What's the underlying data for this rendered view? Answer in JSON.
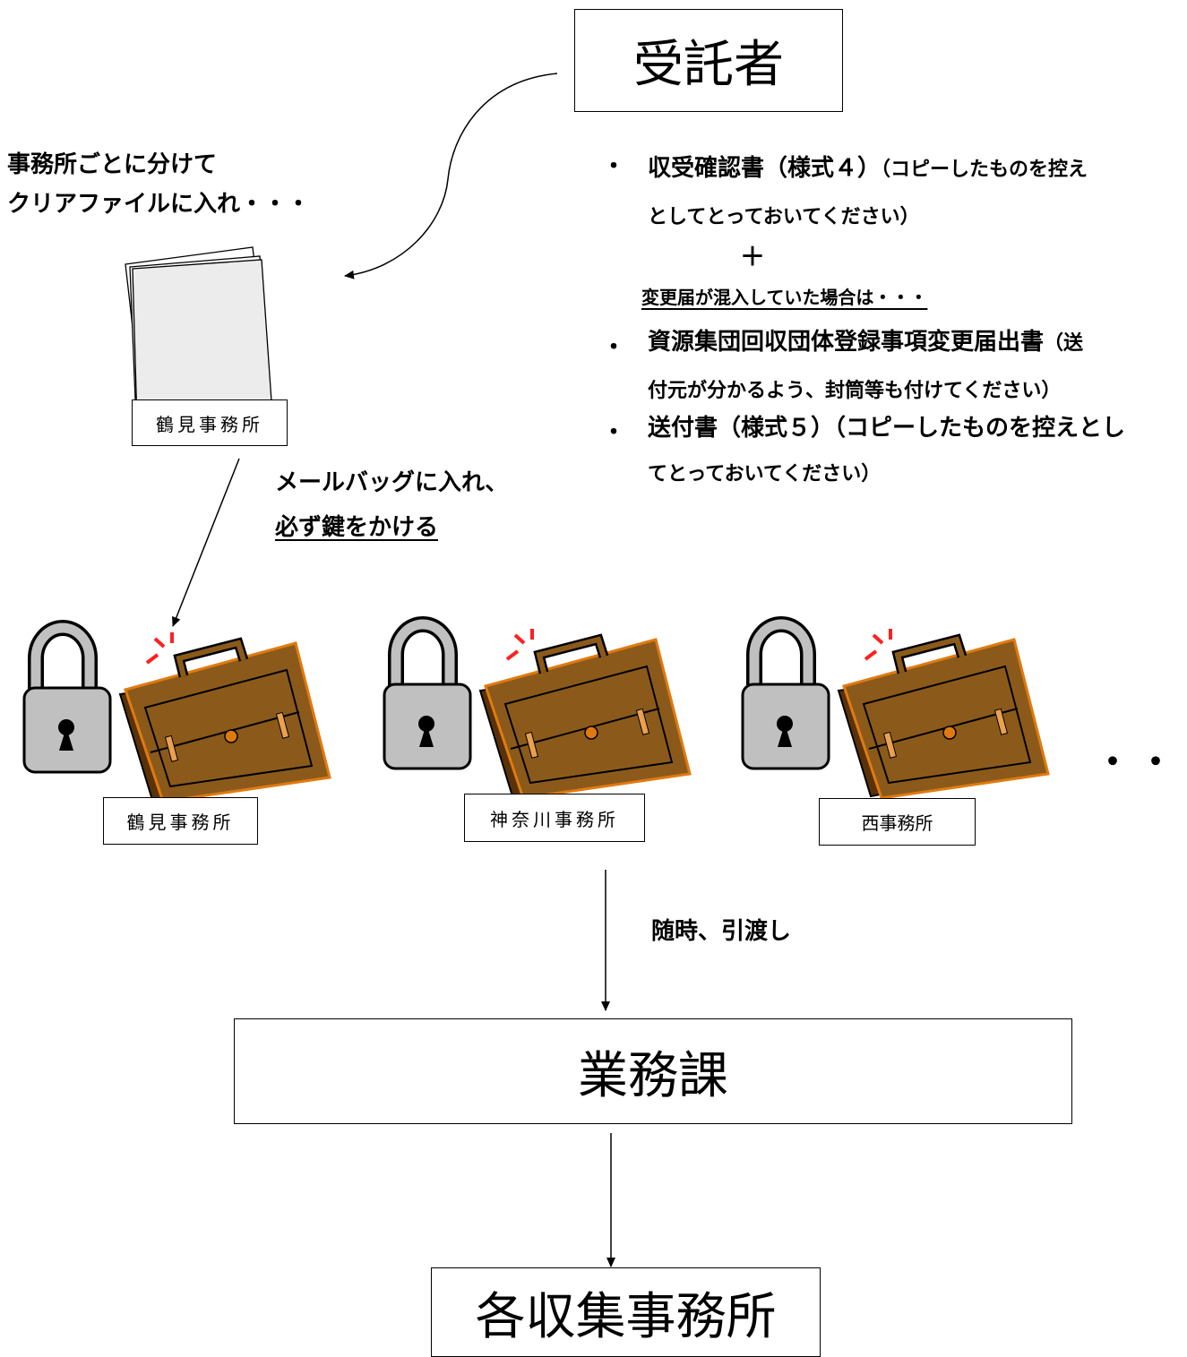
{
  "boxes": {
    "trustee": "受託者",
    "business_division": "業務課",
    "collection_offices": "各収集事務所"
  },
  "left_note": {
    "line1": "事務所ごとに分けて",
    "line2": "クリアファイルに入れ・・・"
  },
  "folder_label": "鶴見事務所",
  "mailbag_note": {
    "line1": "メールバッグに入れ、",
    "line2": "必ず鍵をかける"
  },
  "documents": {
    "item1": {
      "bullet": "・",
      "bold": "収受確認書（様式４）",
      "rest_line1": "（コピーしたものを控え",
      "rest_line2": "としてとっておいてください）"
    },
    "plus": "＋",
    "change_note": "変更届が混入していた場合は・・・",
    "item2": {
      "bullet": "・",
      "bold": "資源集団回収団体登録事項変更届出書",
      "rest_line1": "（送",
      "rest_line2": "付元が分かるよう、封筒等も付けてください）"
    },
    "item3": {
      "bullet": "・",
      "line1": "送付書（様式５）（コピーしたものを控えとし",
      "line2": "てとっておいてください）"
    }
  },
  "bags": [
    {
      "label": "鶴見事務所"
    },
    {
      "label": "神奈川事務所"
    },
    {
      "label": "西事務所"
    }
  ],
  "ellipsis": "・・",
  "handover": "随時、引渡し",
  "colors": {
    "bag_body": "#8b5a1a",
    "bag_dark": "#5a3208",
    "bag_outline": "#e07a10",
    "lock_gray": "#c0c0c0",
    "alert_red": "#ff2020"
  }
}
